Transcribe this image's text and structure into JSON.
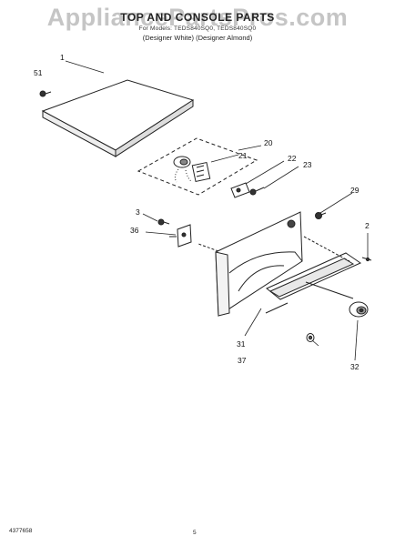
{
  "watermark": "AppliancePartsPros.com",
  "header": {
    "title": "TOP AND CONSOLE PARTS",
    "subtitle": "For Models: TEDS840SQ0, TEDS840SQ0",
    "variants": "(Designer White)   (Designer Almond)"
  },
  "callouts": [
    "1",
    "51",
    "20",
    "21",
    "22",
    "23",
    "29",
    "2",
    "3",
    "36",
    "31",
    "37",
    "32"
  ],
  "footer": {
    "doc_number": "4377658",
    "page_number": "5"
  }
}
